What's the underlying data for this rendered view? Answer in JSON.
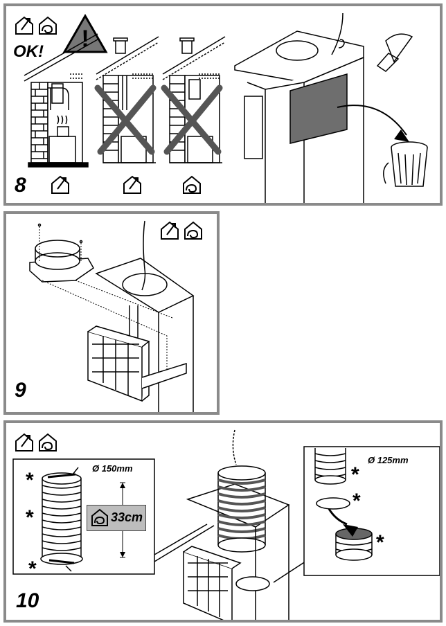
{
  "panel8": {
    "step_number": "8",
    "ok_label": "OK!",
    "warning_icon": "warning-triangle-icon",
    "icons": [
      "ducted-mode-icon",
      "recirculation-mode-icon"
    ]
  },
  "panel9": {
    "step_number": "9",
    "icons": [
      "ducted-mode-icon",
      "recirculation-mode-icon"
    ]
  },
  "panel10": {
    "step_number": "10",
    "icons": [
      "ducted-mode-icon",
      "recirculation-mode-icon"
    ],
    "left_inset": {
      "diameter_label": "Ø 150mm",
      "length_label": "33cm",
      "markers": [
        "*",
        "*",
        "*"
      ]
    },
    "right_inset": {
      "diameter_label": "Ø 125mm",
      "markers": [
        "*",
        "*",
        "*"
      ]
    }
  },
  "colors": {
    "border": "#8a8a8a",
    "fill_gray": "#6e6e6e",
    "light_gray": "#bdbdbd"
  }
}
